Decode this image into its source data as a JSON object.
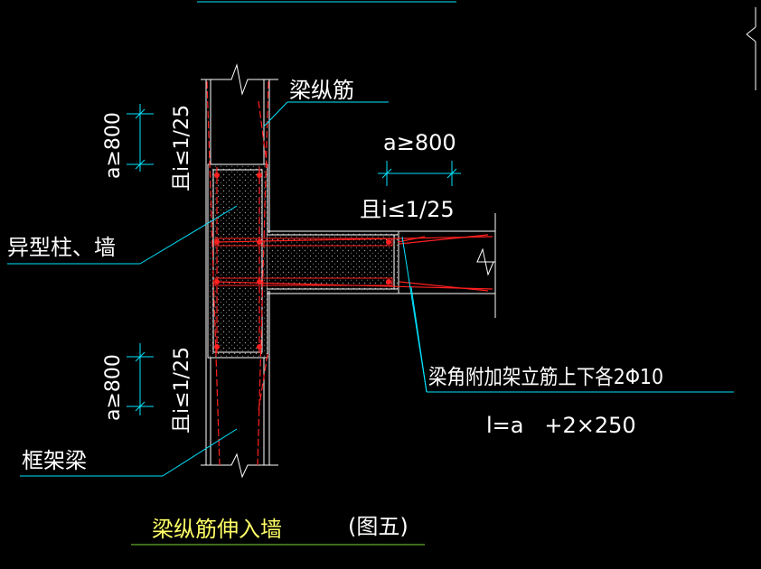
{
  "labels": {
    "beam_longitudinal_bar": "梁纵筋",
    "a_top_left": "a≥800",
    "slope_top_left": "且i≤1/25",
    "a_right": "a≥800",
    "slope_right": "且i≤1/25",
    "special_column_wall": "异型柱、墙",
    "a_bottom_left": "a≥800",
    "slope_bottom_left": "且i≤1/25",
    "corner_bars_note": "梁角附加架立筋上下各2Φ10",
    "length_formula": "l=a   +2×250",
    "frame_beam": "框架梁",
    "caption_main": "梁纵筋伸入墙",
    "caption_figure": "(图五)"
  },
  "colors": {
    "background": "#000000",
    "leader": "#00e5ff",
    "outline": "#ffffff",
    "rebar": "#ff2020",
    "caption_underline": "#7fd63a",
    "text_white": "#ffffff",
    "text_yellow": "#ffff66"
  }
}
